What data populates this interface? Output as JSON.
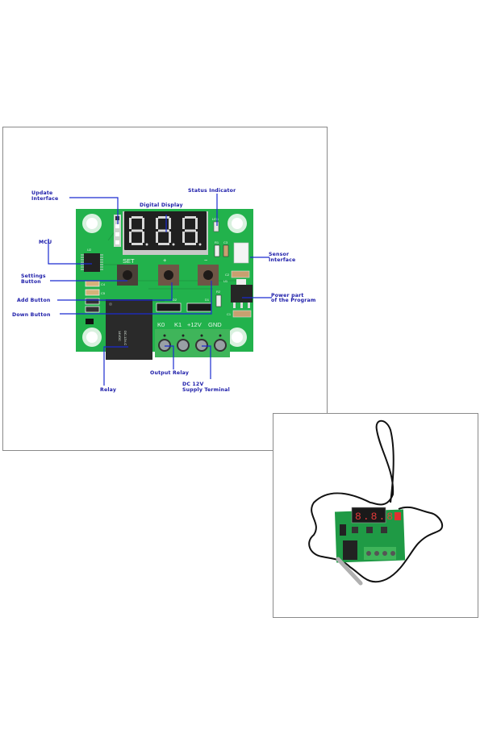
{
  "diagram": {
    "labels": {
      "update_interface": [
        "Update",
        "Interface"
      ],
      "digital_display": "Digital Display",
      "status_indicator": "Status Indicator",
      "mcu": "MCU",
      "sensor_interface": [
        "Sensor",
        "Interface"
      ],
      "settings_button": [
        "Settings",
        "Button"
      ],
      "add_button": "Add Button",
      "down_button": "Down Button",
      "power_part": [
        "Power part",
        "of the Program"
      ],
      "relay": "Relay",
      "output_relay": "Output Relay",
      "dc_supply": [
        "DC 12V",
        "Supply Terminal"
      ]
    },
    "silkscreen": {
      "set": "SET",
      "plus": "+",
      "minus": "−",
      "k0": "K0",
      "k1": "K1",
      "v12": "+12V",
      "gnd": "GND",
      "u2": "U2",
      "u1": "U1",
      "c1": "C1",
      "c2": "C2",
      "c3": "C3",
      "c4": "C4",
      "c5": "C5",
      "r1": "R1",
      "r2": "R2",
      "d1": "D1",
      "d2": "D2",
      "led": "LED",
      "relay_text_1": "DC-12V-C",
      "relay_text_2": "14VDC"
    },
    "display_digits": [
      "8",
      "8",
      "8"
    ],
    "colors": {
      "pcb": "#22b24c",
      "label": "#1a1aa8",
      "leader": "#1a2bd0",
      "terminal": "#3fb55a",
      "display": "#202020",
      "sensor_connector": "#e03030"
    }
  },
  "photo": {
    "description": "Thermostat module with temperature probe cable",
    "display_digits": [
      "8",
      "8",
      "8"
    ]
  }
}
